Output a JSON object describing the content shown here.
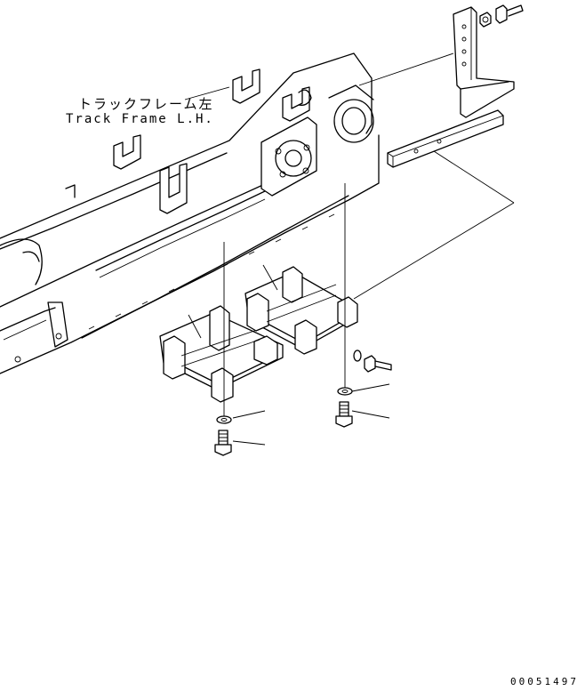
{
  "labels": {
    "jp": "トラックフレーム左",
    "en": "Track Frame L.H.",
    "code": "00051497"
  }
}
